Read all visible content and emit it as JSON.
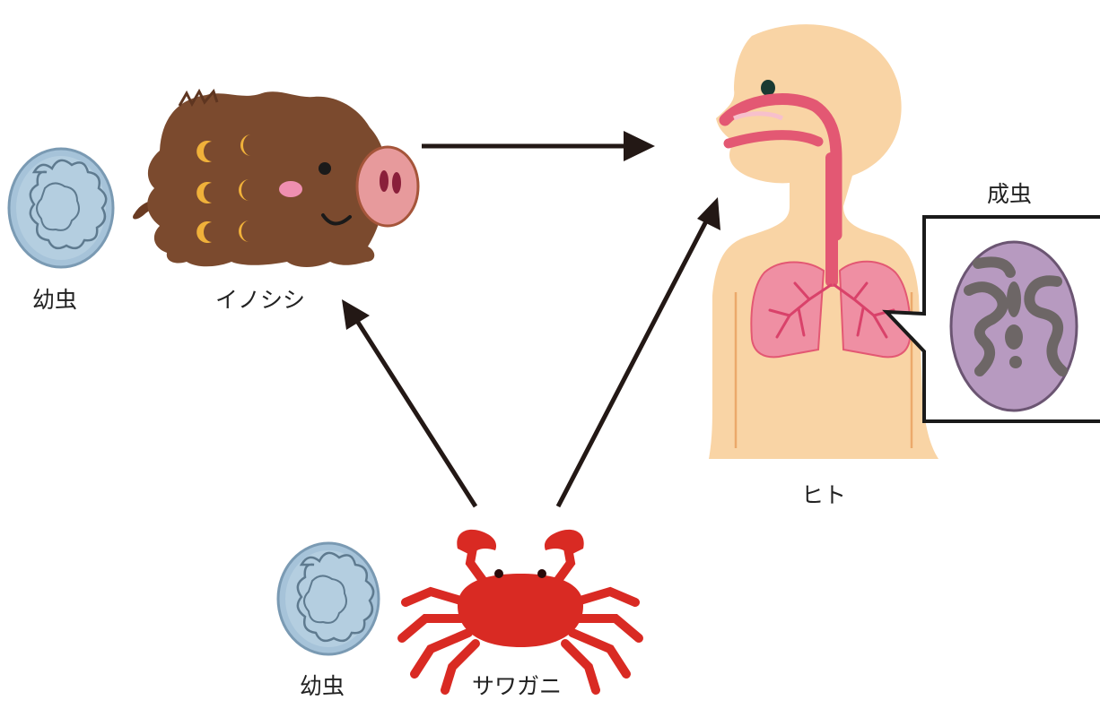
{
  "labels": {
    "larva_top": "幼虫",
    "boar": "イノシシ",
    "human": "ヒト",
    "adult": "成虫",
    "larva_bottom": "幼虫",
    "crab": "サワガニ"
  },
  "colors": {
    "arrow": "#231815",
    "larva_fill": "#a6c3d9",
    "boar_body": "#7b4a2e",
    "boar_snout": "#e79a9c",
    "human_skin": "#f9d4a5",
    "airway": "#e35873",
    "lung": "#ef8fa3",
    "adult_worm": "#b79ac0",
    "crab_body": "#d92a23"
  },
  "icons": {
    "larva": "larva-cyst-icon",
    "boar": "wild-boar-icon",
    "human": "human-respiratory-icon",
    "adult": "adult-fluke-icon",
    "crab": "freshwater-crab-icon"
  }
}
